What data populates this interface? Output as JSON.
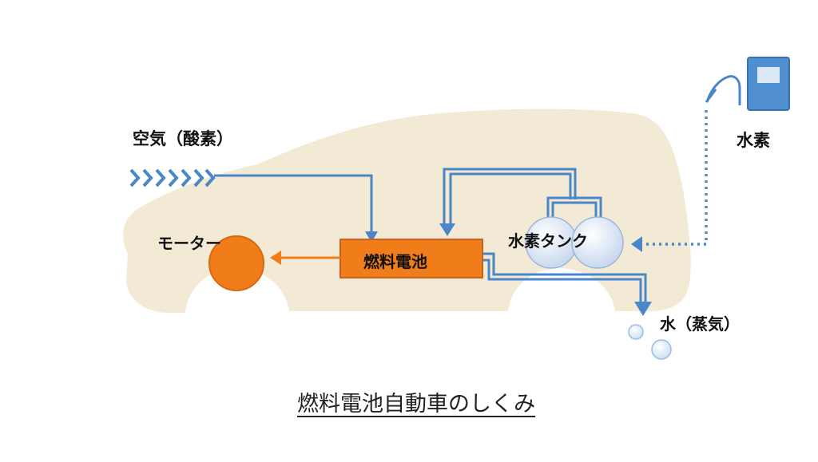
{
  "labels": {
    "air": "空気（酸素）",
    "hydrogen": "水素",
    "motor": "モーター",
    "fuel_cell": "燃料電池",
    "hydrogen_tank": "水素タンク",
    "water": "水（蒸気）"
  },
  "caption": "燃料電池自動車のしくみ",
  "colors": {
    "car_body": "#f3ead6",
    "flow_blue": "#4a86c8",
    "motor_orange": "#f07c1a",
    "fuel_cell_orange": "#f07c1a",
    "tank_white": "#eef3fb",
    "station_blue": "#4a86c8"
  },
  "icons": {
    "station": "hydrogen-station-icon",
    "air_intake": "chevron-arrows-icon"
  }
}
